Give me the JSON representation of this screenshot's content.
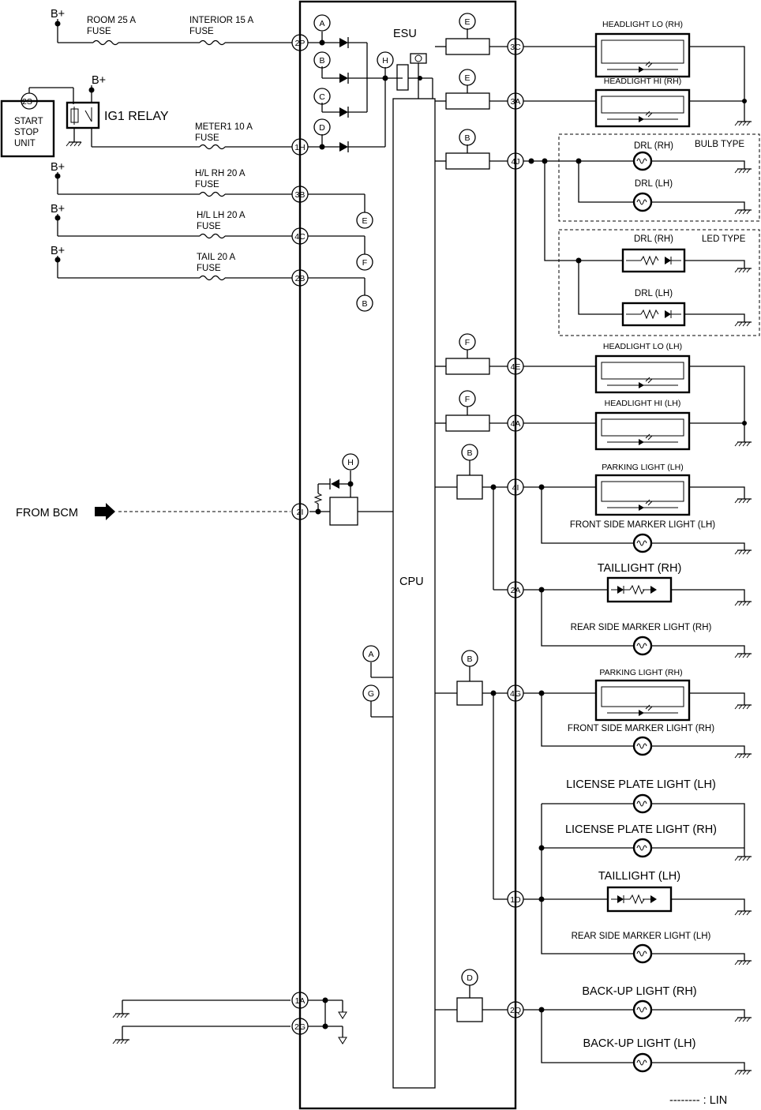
{
  "header": {
    "esu_label": "ESU"
  },
  "supply": {
    "bplus": "B+"
  },
  "fuses": {
    "room": [
      "ROOM 25 A",
      "FUSE"
    ],
    "interior": [
      "INTERIOR 15 A",
      "FUSE"
    ],
    "meter1": [
      "METER1 10 A",
      "FUSE"
    ],
    "hl_rh": [
      "H/L RH 20 A",
      "FUSE"
    ],
    "hl_lh": [
      "H/L LH 20 A",
      "FUSE"
    ],
    "tail": [
      "TAIL 20 A",
      "FUSE"
    ]
  },
  "start_stop_unit": {
    "lines": [
      "START",
      "STOP",
      "UNIT"
    ],
    "terminal": "2S"
  },
  "ig1_relay": {
    "label": "IG1 RELAY"
  },
  "terminals": {
    "left": [
      "2P",
      "1H",
      "3B",
      "4C",
      "2B",
      "2I",
      "1A",
      "2G"
    ],
    "right": [
      "3C",
      "3A",
      "4J",
      "4E",
      "4A",
      "4I",
      "2A",
      "4G",
      "1D",
      "2Q"
    ]
  },
  "nodes": [
    "A",
    "B",
    "C",
    "D",
    "E",
    "F",
    "G",
    "H"
  ],
  "cpu": {
    "label": "CPU"
  },
  "from_bcm": {
    "label": "FROM BCM"
  },
  "bulb_type": {
    "label": "BULB TYPE",
    "loads": [
      "DRL (RH)",
      "DRL (LH)"
    ]
  },
  "led_type": {
    "label": "LED TYPE",
    "loads": [
      "DRL (RH)",
      "DRL (LH)"
    ]
  },
  "loads": {
    "headlight_lo_rh": "HEADLIGHT LO (RH)",
    "headlight_hi_rh": "HEADLIGHT HI (RH)",
    "headlight_lo_lh": "HEADLIGHT LO (LH)",
    "headlight_hi_lh": "HEADLIGHT HI (LH)",
    "parking_lh": "PARKING LIGHT (LH)",
    "front_marker_lh": "FRONT SIDE MARKER LIGHT (LH)",
    "taillight_rh": "TAILLIGHT (RH)",
    "rear_marker_rh": "REAR SIDE MARKER LIGHT (RH)",
    "parking_rh": "PARKING LIGHT (RH)",
    "front_marker_rh": "FRONT SIDE MARKER LIGHT (RH)",
    "license_lh": "LICENSE PLATE LIGHT (LH)",
    "license_rh": "LICENSE PLATE LIGHT (RH)",
    "taillight_lh": "TAILLIGHT (LH)",
    "rear_marker_lh": "REAR SIDE MARKER LIGHT (LH)",
    "backup_rh": "BACK-UP LIGHT (RH)",
    "backup_lh": "BACK-UP LIGHT (LH)"
  },
  "legend": {
    "lin": "-------- : LIN"
  }
}
